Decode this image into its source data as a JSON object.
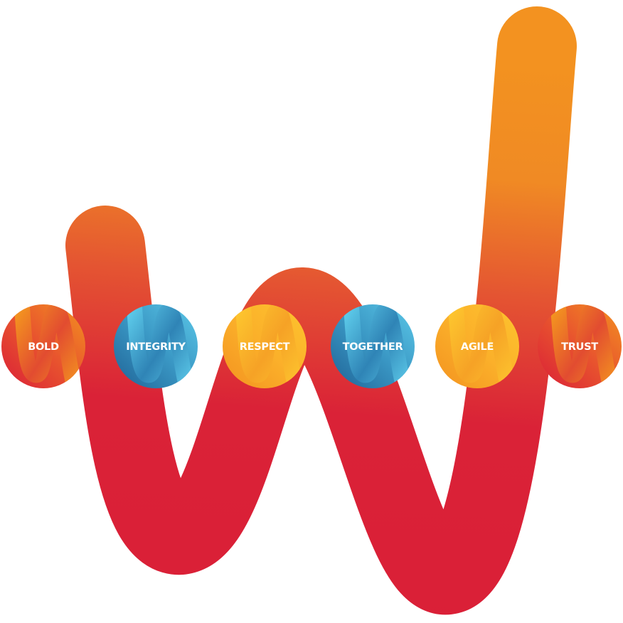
{
  "colors": {
    "red": "#DA1F37",
    "orange": "#F39220",
    "yellow": "#FDC42E",
    "blue": "#5BC8E8",
    "dark_blue": "#1F6396"
  },
  "values": [
    {
      "label": "BOLD",
      "theme": "warm"
    },
    {
      "label": "INTEGRITY",
      "theme": "blue"
    },
    {
      "label": "RESPECT",
      "theme": "yellow"
    },
    {
      "label": "TOGETHER",
      "theme": "blue"
    },
    {
      "label": "AGILE",
      "theme": "yellow"
    },
    {
      "label": "TRUST",
      "theme": "warm"
    }
  ]
}
